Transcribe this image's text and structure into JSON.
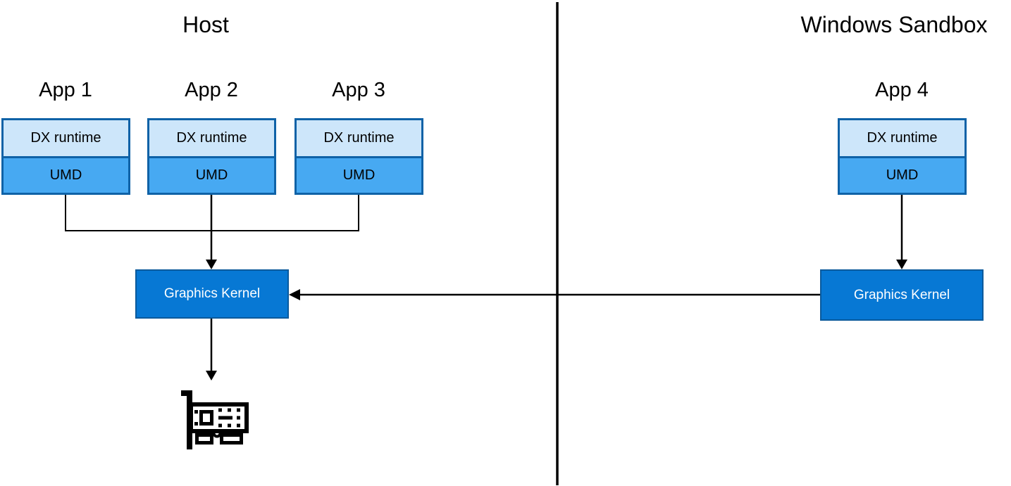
{
  "colors": {
    "dx-fill": "#CDE6FA",
    "umd-fill": "#47A9F2",
    "box-border": "#0F62A7",
    "kernel-fill": "#0778D4",
    "kernel-border": "#0A5A9C",
    "kernel-text": "#FFFFFF",
    "line": "#000000",
    "text": "#000000"
  },
  "host": {
    "title": "Host",
    "apps": [
      {
        "label": "App 1",
        "dx": "DX runtime",
        "umd": "UMD"
      },
      {
        "label": "App 2",
        "dx": "DX runtime",
        "umd": "UMD"
      },
      {
        "label": "App 3",
        "dx": "DX runtime",
        "umd": "UMD"
      }
    ],
    "kernel_label": "Graphics Kernel",
    "gpu_icon": "graphics-card"
  },
  "sandbox": {
    "title": "Windows Sandbox",
    "app": {
      "label": "App 4",
      "dx": "DX runtime",
      "umd": "UMD"
    },
    "kernel_label": "Graphics Kernel"
  }
}
